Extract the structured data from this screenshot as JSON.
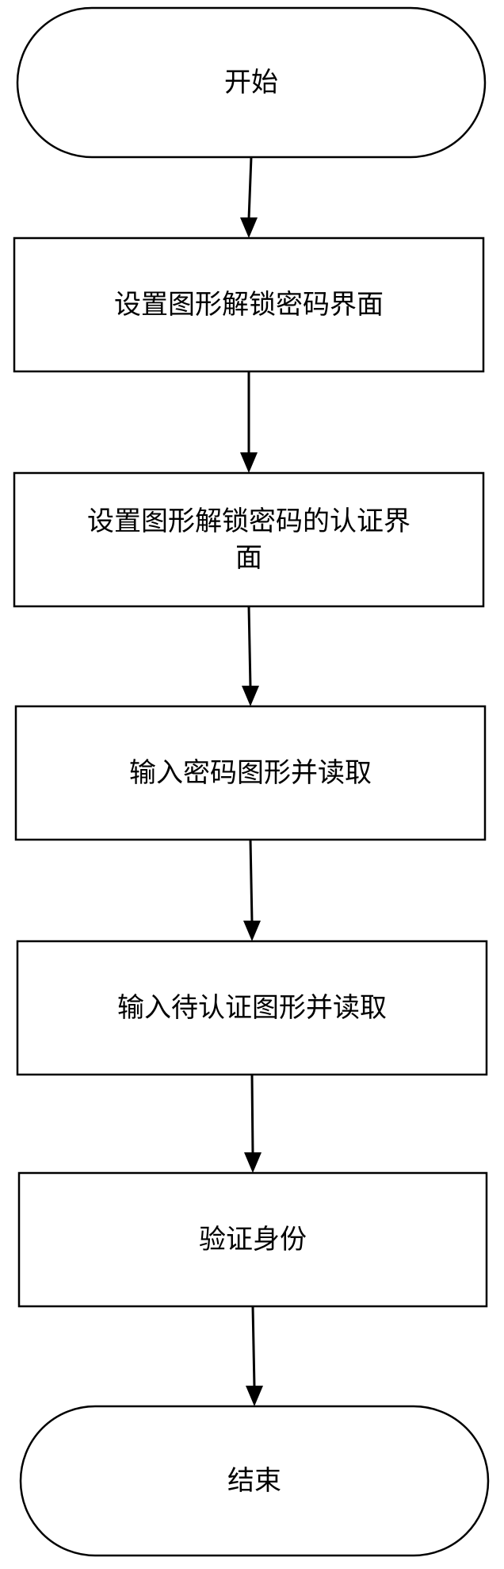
{
  "diagram": {
    "type": "flowchart",
    "nodes": [
      {
        "id": "start",
        "shape": "terminal",
        "lines": [
          "开始"
        ]
      },
      {
        "id": "step1",
        "shape": "process",
        "lines": [
          "设置图形解锁密码界面"
        ]
      },
      {
        "id": "step2",
        "shape": "process",
        "lines": [
          "设置图形解锁密码的认证界",
          "面"
        ]
      },
      {
        "id": "step3",
        "shape": "process",
        "lines": [
          "输入密码图形并读取"
        ]
      },
      {
        "id": "step4",
        "shape": "process",
        "lines": [
          "输入待认证图形并读取"
        ]
      },
      {
        "id": "step5",
        "shape": "process",
        "lines": [
          "验证身份"
        ]
      },
      {
        "id": "end",
        "shape": "terminal",
        "lines": [
          "结束"
        ]
      }
    ],
    "edges": [
      {
        "from": "start",
        "to": "step1"
      },
      {
        "from": "step1",
        "to": "step2"
      },
      {
        "from": "step2",
        "to": "step3"
      },
      {
        "from": "step3",
        "to": "step4"
      },
      {
        "from": "step4",
        "to": "step5"
      },
      {
        "from": "step5",
        "to": "end"
      }
    ]
  }
}
